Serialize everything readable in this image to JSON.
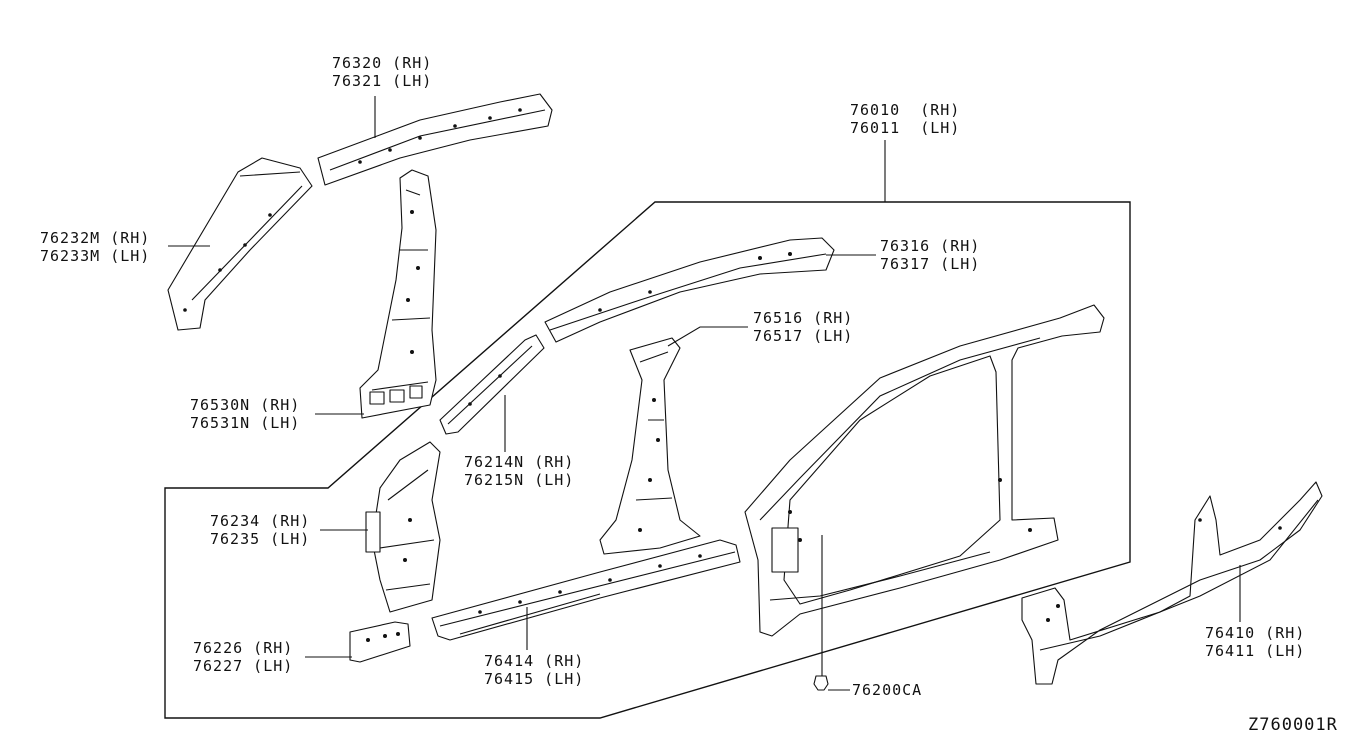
{
  "diagram_id": "Z760001R",
  "parts": {
    "rail_outer_upper": {
      "rh": "76320 (RH)",
      "lh": "76321 (LH)"
    },
    "side_body_assy": {
      "rh": "76010  (RH)",
      "lh": "76011  (LH)"
    },
    "front_pillar_upper": {
      "rh": "76232M (RH)",
      "lh": "76233M (LH)"
    },
    "roof_rail_inner": {
      "rh": "76316 (RH)",
      "lh": "76317 (LH)"
    },
    "center_pillar_reinf": {
      "rh": "76516 (RH)",
      "lh": "76517 (LH)"
    },
    "center_pillar_inner": {
      "rh": "76530N (RH)",
      "lh": "76531N (LH)"
    },
    "front_pillar_reinf": {
      "rh": "76214N (RH)",
      "lh": "76215N (LH)"
    },
    "front_pillar_lower": {
      "rh": "76234 (RH)",
      "lh": "76235 (LH)"
    },
    "bracket": {
      "rh": "76226 (RH)",
      "lh": "76227 (LH)"
    },
    "sill_inner": {
      "rh": "76414 (RH)",
      "lh": "76415 (LH)"
    },
    "sill_outer": {
      "rh": "76410 (RH)",
      "lh": "76411 (LH)"
    },
    "clip": {
      "single": "76200CA"
    }
  }
}
